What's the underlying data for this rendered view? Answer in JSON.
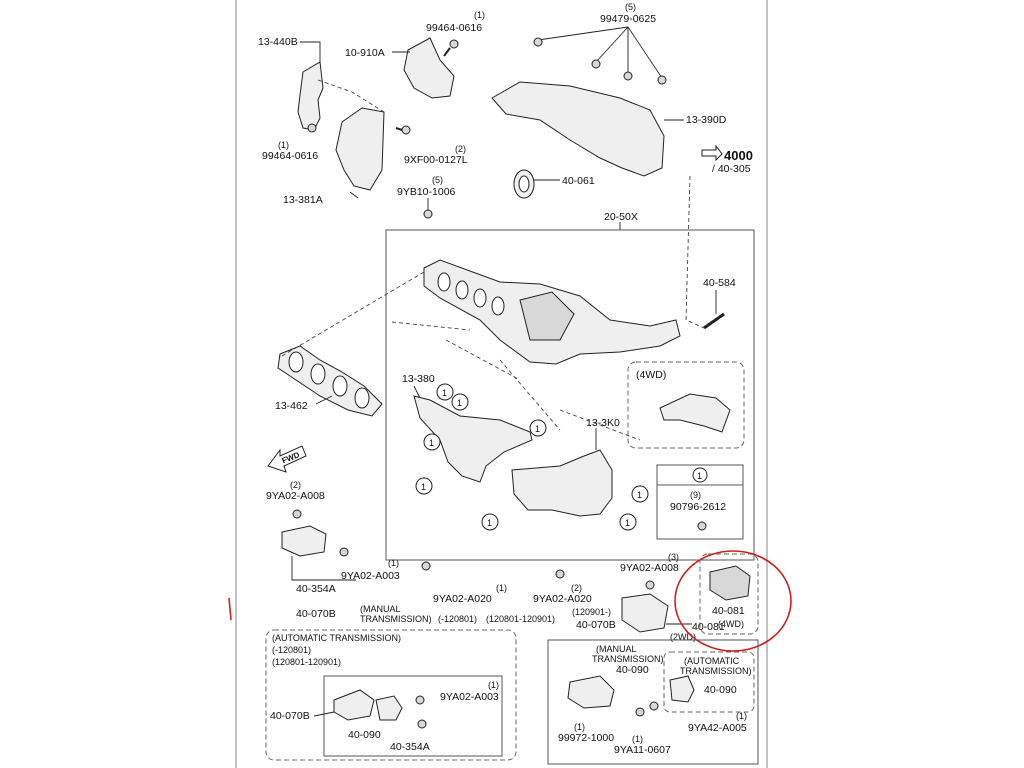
{
  "labels": {
    "l_13_440B": "13-440B",
    "l_99464_0616_a_qty": "(1)",
    "l_99464_0616_a": "99464-0616",
    "l_10_910A": "10-910A",
    "l_99479_0625_qty": "(5)",
    "l_99479_0625": "99479-0625",
    "l_99464_0616_b_qty": "(1)",
    "l_99464_0616_b": "99464-0616",
    "l_9XF00_qty": "(2)",
    "l_9XF00": "9XF00-0127L",
    "l_13_390D": "13-390D",
    "l_4000": "4000",
    "l_40_305": "/ 40-305",
    "l_40_061": "40-061",
    "l_9YB10_qty": "(5)",
    "l_9YB10": "9YB10-1006",
    "l_13_381A": "13-381A",
    "l_20_50X": "20-50X",
    "l_40_584": "40-584",
    "l_13_462": "13-462",
    "l_13_380": "13-380",
    "l_4wd_inset": "(4WD)",
    "l_13_3K0": "13-3K0",
    "l_fwd": "FWD",
    "l_9YA02_A008_a_qty": "(2)",
    "l_9YA02_A008_a": "9YA02-A008",
    "l_box_qty": "(9)",
    "l_90796": "90796-2612",
    "l_9YA02_A003_a_qty": "(1)",
    "l_9YA02_A003_a": "9YA02-A003",
    "l_40_354A_a": "40-354A",
    "l_9YA02_A020_a_qty": "(1)",
    "l_9YA02_A020_a": "9YA02-A020",
    "l_9YA02_A020_b_qty": "(2)",
    "l_9YA02_A020_b": "9YA02-A020",
    "l_9YA02_A008_b_qty": "(3)",
    "l_9YA02_A008_b": "9YA02-A008",
    "l_40_081_a": "40-081",
    "l_4wd_b": "(4WD)",
    "l_40_070B_a": "40-070B",
    "l_manual_a": "(MANUAL",
    "l_trans_a": "TRANSMISSION)",
    "l_range_a": "(-120801)",
    "l_range_b": "(120801-120901)",
    "l_range_c": "(120901-)",
    "l_40_070B_b": "40-070B",
    "l_40_081_b": "40-081",
    "l_2wd": "(2WD)",
    "l_auto_a": "(AUTOMATIC TRANSMISSION)",
    "l_auto_range_a": "(-120801)",
    "l_auto_range_b": "(120801-120901)",
    "l_40_070B_c": "40-070B",
    "l_9YA02_A003_b_qty": "(1)",
    "l_9YA02_A003_b": "9YA02-A003",
    "l_40_090_a": "40-090",
    "l_40_354A_b": "40-354A",
    "l_manual_b": "(MANUAL",
    "l_trans_b": "TRANSMISSION)",
    "l_40_090_b": "40-090",
    "l_auto_b": "(AUTOMATIC",
    "l_trans_c": "TRANSMISSION)",
    "l_40_090_c": "40-090",
    "l_9YA42_qty": "(1)",
    "l_9YA42": "9YA42-A005",
    "l_99972_qty": "(1)",
    "l_99972": "99972-1000",
    "l_9YA11_qty": "(1)",
    "l_9YA11": "9YA11-0607",
    "l_note_one": "1"
  },
  "colors": {
    "highlight": "#d0201c",
    "line": "#222222"
  }
}
